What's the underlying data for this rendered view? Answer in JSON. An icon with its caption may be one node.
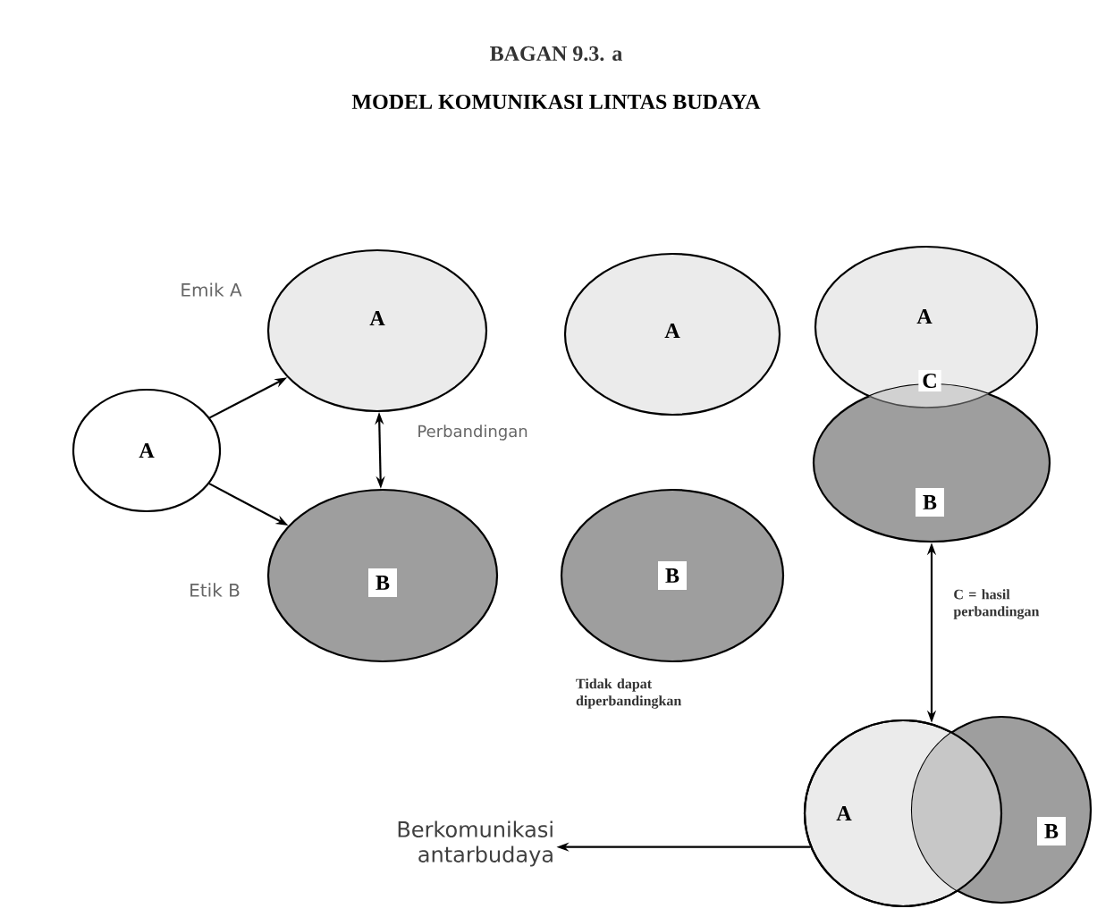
{
  "diagram": {
    "title": "MODEL KOMUNIKASI LINTAS BUDAYA",
    "nodes": [
      {
        "text": [
          "A"
        ]
      },
      {
        "text": [
          "A"
        ],
        "beside": [
          "Emik A"
        ]
      },
      {
        "text": [
          "B"
        ],
        "beside": [
          "Etik B"
        ]
      },
      {
        "text": [
          "A"
        ]
      },
      {
        "text": [
          "B"
        ]
      },
      {
        "text": [
          "A"
        ]
      },
      {
        "text": [
          "C"
        ],
        "in": 5
      },
      {
        "text": [
          "B"
        ]
      },
      {
        "text": [
          "A"
        ]
      },
      {
        "text": [
          "B"
        ]
      },
      {
        "text": [
          "Berkomunikasi antarbudaya"
        ]
      }
    ],
    "edges": [
      {
        "from": 0,
        "to": 1,
        "arrow": "to"
      },
      {
        "from": 0,
        "to": 2,
        "arrow": "to"
      },
      {
        "from": 1,
        "to": 2,
        "arrow": "both",
        "label": "Perbandingan"
      },
      {
        "from": 7,
        "to": 8,
        "arrow": "both",
        "label": "C = hasil perbandingan"
      },
      {
        "from": 8,
        "to": 10,
        "arrow": "to"
      }
    ],
    "labels": [
      "BAGAN 9.3. a",
      "Tidak dapat diperbandingkan"
    ]
  }
}
